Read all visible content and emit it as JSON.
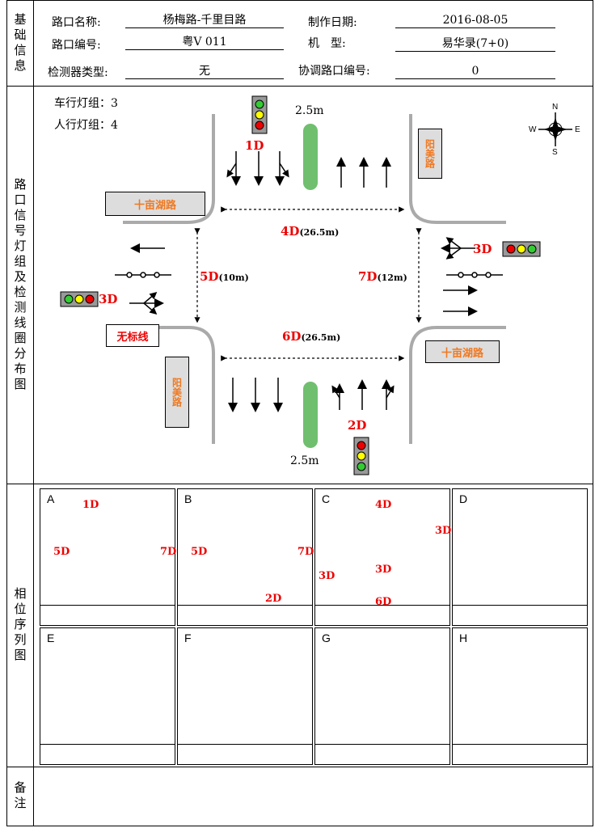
{
  "basic": {
    "section_label": "基础信息",
    "name_label": "路口名称:",
    "name_value": "杨梅路-千里目路",
    "date_label": "制作日期:",
    "date_value": "2016-08-05",
    "code_label": "路口编号:",
    "code_value": "粤V 011",
    "model_label": "机　型:",
    "model_value": "易华录(7+0)",
    "detector_label": "检测器类型:",
    "detector_value": "无",
    "coord_label": "协调路口编号:",
    "coord_value": "0"
  },
  "layout": {
    "section_label": "路口信号灯组及检测线圈分布图",
    "vehicle_groups": "车行灯组：3",
    "ped_groups": "人行灯组：4",
    "road_west": "十亩湖路",
    "road_east": "十亩湖路",
    "road_north": "阳美路",
    "road_south": "阳美路",
    "no_marking": "无标线",
    "width_north": "2.5m",
    "width_south": "2.5m",
    "lamp_1d": "1D",
    "lamp_2d": "2D",
    "lamp_3d_west": "3D",
    "lamp_3d_east": "3D",
    "ped_4d": "4D",
    "ped_4d_len": "(26.5m)",
    "ped_5d": "5D",
    "ped_5d_len": "(10m)",
    "ped_6d": "6D",
    "ped_6d_len": "(26.5m)",
    "ped_7d": "7D",
    "ped_7d_len": "(12m)",
    "compass": {
      "n": "N",
      "s": "S",
      "e": "E",
      "w": "W"
    }
  },
  "phases": {
    "section_label": "相位序列图",
    "cells": [
      {
        "letter": "A",
        "labels": [
          "1D",
          "5D",
          "7D"
        ]
      },
      {
        "letter": "B",
        "labels": [
          "5D",
          "7D",
          "2D"
        ]
      },
      {
        "letter": "C",
        "labels": [
          "4D",
          "3D",
          "3D",
          "3D",
          "6D"
        ]
      },
      {
        "letter": "D",
        "labels": []
      },
      {
        "letter": "E",
        "labels": []
      },
      {
        "letter": "F",
        "labels": []
      },
      {
        "letter": "G",
        "labels": []
      },
      {
        "letter": "H",
        "labels": []
      }
    ]
  },
  "remarks": {
    "section_label": "备注"
  },
  "colors": {
    "red_label": "#e00000",
    "road_name": "#f07820",
    "median_green": "#6fbf6f",
    "road_gray": "#aaaaaa"
  }
}
